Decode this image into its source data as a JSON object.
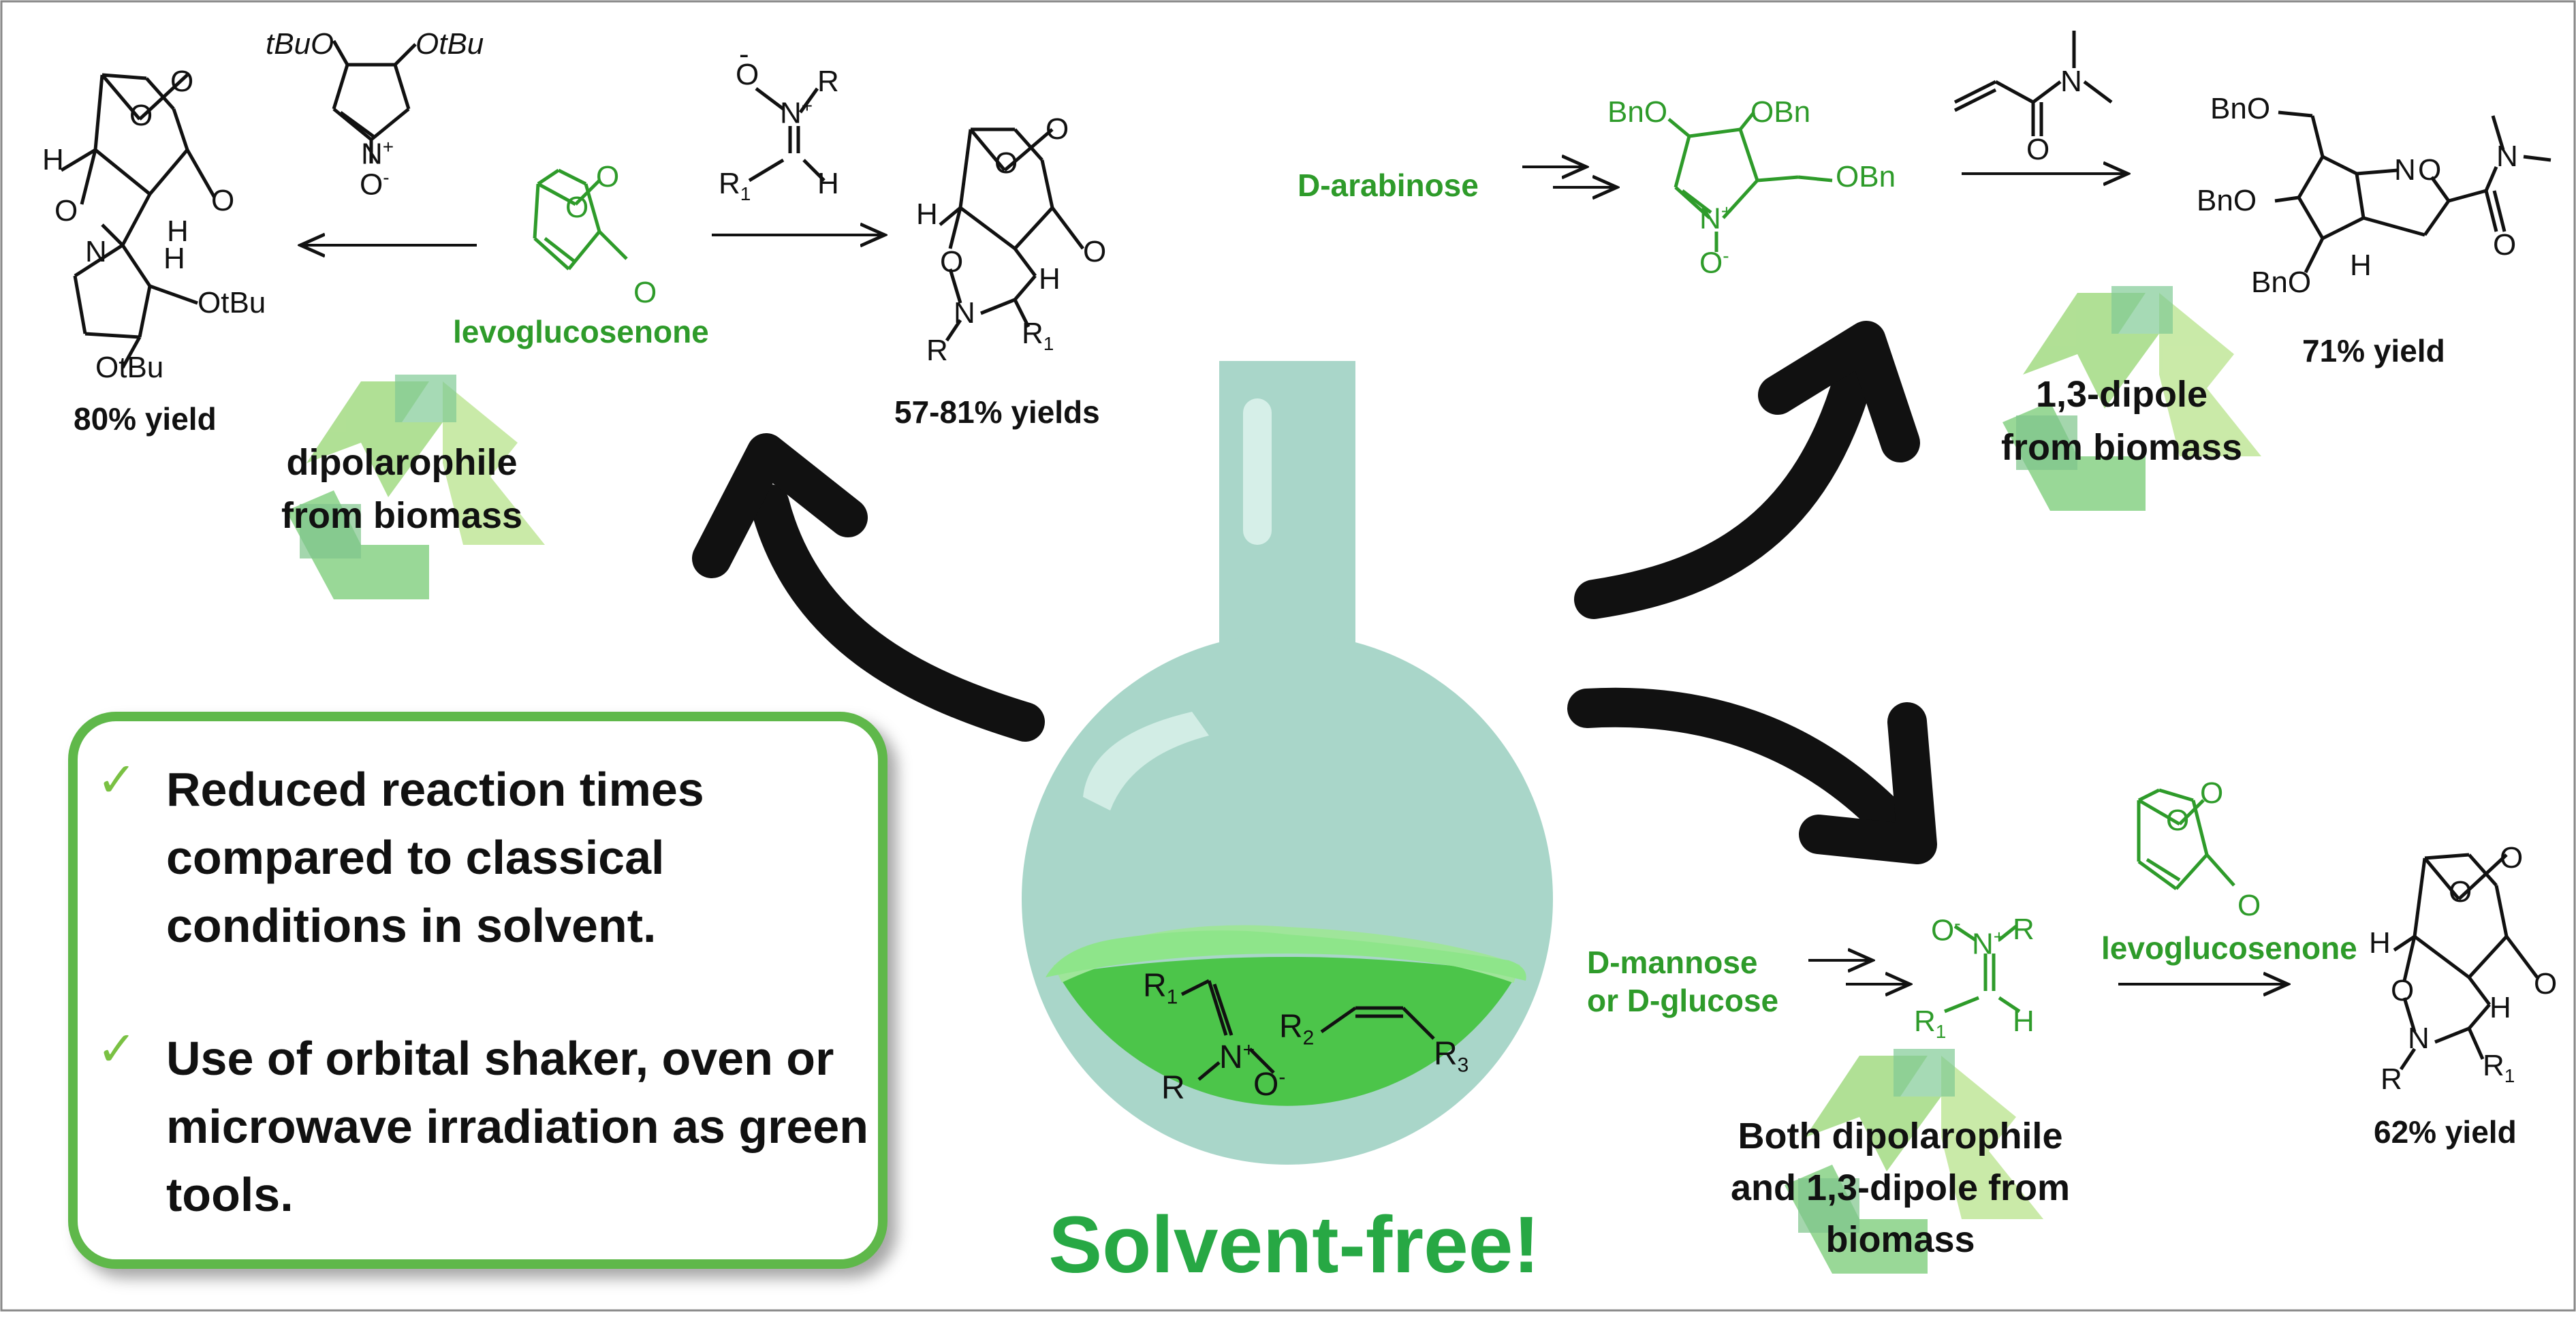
{
  "colors": {
    "accent_green": "#2e9b2a",
    "solvent_green": "#27a844",
    "box_border": "#5fb84a",
    "flask_glass": "#a9d6c9",
    "flask_liquid": "#4cc54a",
    "check": "#7ac143"
  },
  "top_left": {
    "reagent_substituents": [
      "tBuO",
      "OtBu"
    ],
    "product_yield": "80% yield",
    "product_groups": [
      "OtBu",
      "OtBu"
    ],
    "levoglucosenone_label": "levoglucosenone",
    "nitrone_R": "R",
    "nitrone_R1": "R",
    "nitrone_R1_sub": "1",
    "nitrone_H": "H",
    "cycloadduct_yield": "57-81% yields",
    "recycle_text_line1": "dipolarophile",
    "recycle_text_line2": "from biomass"
  },
  "top_right": {
    "start_material": "D-arabinose",
    "nitrone_groups": [
      "BnO",
      "OBn",
      "OBn"
    ],
    "product_groups": [
      "BnO",
      "BnO",
      "BnO"
    ],
    "product_yield": "71% yield",
    "recycle_text_line1": "1,3-dipole",
    "recycle_text_line2": "from biomass"
  },
  "bottom_right": {
    "start_line1": "D-mannose",
    "start_line2": "or D-glucose",
    "levoglucosenone_label": "levoglucosenone",
    "product_yield": "62% yield",
    "recycle_text_line1": "Both dipolarophile",
    "recycle_text_line2": "and 1,3-dipole from",
    "recycle_text_line3": "biomass"
  },
  "features": [
    {
      "icon": "check-icon",
      "text": "Reduced reaction times compared to classical conditions in solvent."
    },
    {
      "icon": "check-icon",
      "text": "Use of orbital shaker, oven or microwave irradiation as green tools."
    }
  ],
  "flask": {
    "caption": "Solvent-free!",
    "nitrone_R1": "R",
    "nitrone_R": "R",
    "alkene_R2": "R",
    "alkene_R3": "R",
    "sub1": "1",
    "sub2": "2",
    "sub3": "3"
  }
}
